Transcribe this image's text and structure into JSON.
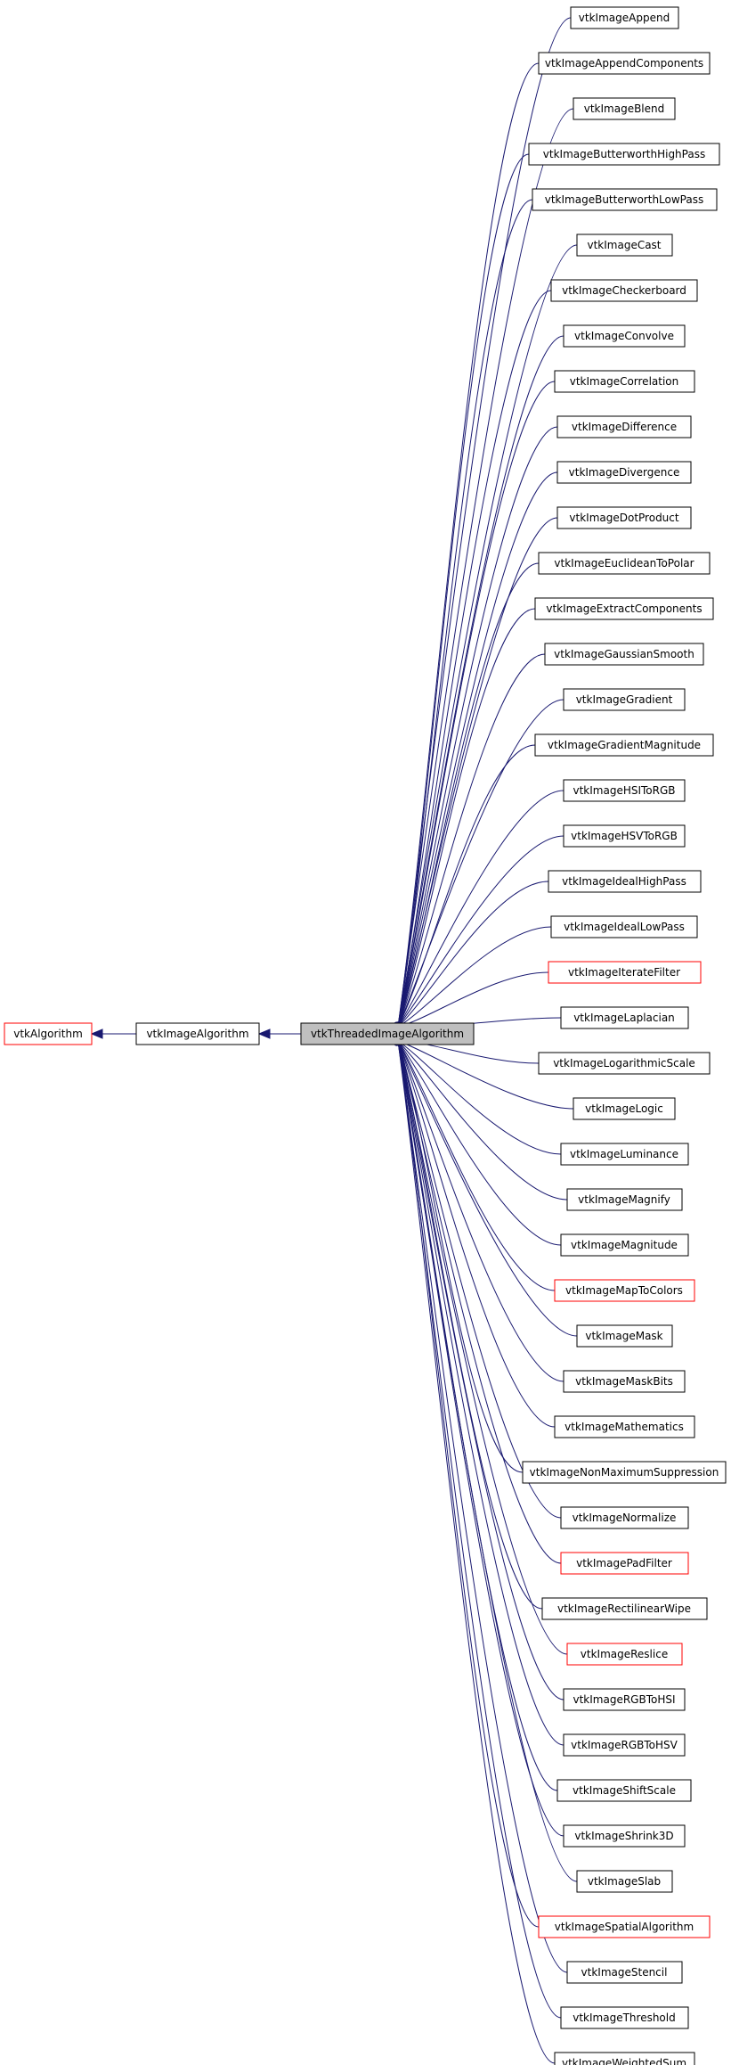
{
  "colors": {
    "edge": "#191970",
    "node_border": "#000000",
    "node_border_undocumented": "#ff0000",
    "current_node_fill": "#bfbfbf"
  },
  "hierarchy": {
    "root": {
      "label": "vtkAlgorithm",
      "style": "red"
    },
    "parent": {
      "label": "vtkImageAlgorithm",
      "style": "normal"
    },
    "current": {
      "label": "vtkThreadedImageAlgorithm",
      "style": "current"
    }
  },
  "subclasses": [
    {
      "label": "vtkImageAppend",
      "style": "normal"
    },
    {
      "label": "vtkImageAppendComponents",
      "style": "normal"
    },
    {
      "label": "vtkImageBlend",
      "style": "normal"
    },
    {
      "label": "vtkImageButterworthHighPass",
      "style": "normal"
    },
    {
      "label": "vtkImageButterworthLowPass",
      "style": "normal"
    },
    {
      "label": "vtkImageCast",
      "style": "normal"
    },
    {
      "label": "vtkImageCheckerboard",
      "style": "normal"
    },
    {
      "label": "vtkImageConvolve",
      "style": "normal"
    },
    {
      "label": "vtkImageCorrelation",
      "style": "normal"
    },
    {
      "label": "vtkImageDifference",
      "style": "normal"
    },
    {
      "label": "vtkImageDivergence",
      "style": "normal"
    },
    {
      "label": "vtkImageDotProduct",
      "style": "normal"
    },
    {
      "label": "vtkImageEuclideanToPolar",
      "style": "normal"
    },
    {
      "label": "vtkImageExtractComponents",
      "style": "normal"
    },
    {
      "label": "vtkImageGaussianSmooth",
      "style": "normal"
    },
    {
      "label": "vtkImageGradient",
      "style": "normal"
    },
    {
      "label": "vtkImageGradientMagnitude",
      "style": "normal"
    },
    {
      "label": "vtkImageHSIToRGB",
      "style": "normal"
    },
    {
      "label": "vtkImageHSVToRGB",
      "style": "normal"
    },
    {
      "label": "vtkImageIdealHighPass",
      "style": "normal"
    },
    {
      "label": "vtkImageIdealLowPass",
      "style": "normal"
    },
    {
      "label": "vtkImageIterateFilter",
      "style": "red"
    },
    {
      "label": "vtkImageLaplacian",
      "style": "normal"
    },
    {
      "label": "vtkImageLogarithmicScale",
      "style": "normal"
    },
    {
      "label": "vtkImageLogic",
      "style": "normal"
    },
    {
      "label": "vtkImageLuminance",
      "style": "normal"
    },
    {
      "label": "vtkImageMagnify",
      "style": "normal"
    },
    {
      "label": "vtkImageMagnitude",
      "style": "normal"
    },
    {
      "label": "vtkImageMapToColors",
      "style": "red"
    },
    {
      "label": "vtkImageMask",
      "style": "normal"
    },
    {
      "label": "vtkImageMaskBits",
      "style": "normal"
    },
    {
      "label": "vtkImageMathematics",
      "style": "normal"
    },
    {
      "label": "vtkImageNonMaximumSuppression",
      "style": "normal"
    },
    {
      "label": "vtkImageNormalize",
      "style": "normal"
    },
    {
      "label": "vtkImagePadFilter",
      "style": "red"
    },
    {
      "label": "vtkImageRectilinearWipe",
      "style": "normal"
    },
    {
      "label": "vtkImageReslice",
      "style": "red"
    },
    {
      "label": "vtkImageRGBToHSI",
      "style": "normal"
    },
    {
      "label": "vtkImageRGBToHSV",
      "style": "normal"
    },
    {
      "label": "vtkImageShiftScale",
      "style": "normal"
    },
    {
      "label": "vtkImageShrink3D",
      "style": "normal"
    },
    {
      "label": "vtkImageSlab",
      "style": "normal"
    },
    {
      "label": "vtkImageSpatialAlgorithm",
      "style": "red"
    },
    {
      "label": "vtkImageStencil",
      "style": "normal"
    },
    {
      "label": "vtkImageThreshold",
      "style": "normal"
    },
    {
      "label": "vtkImageWeightedSum",
      "style": "normal"
    }
  ]
}
